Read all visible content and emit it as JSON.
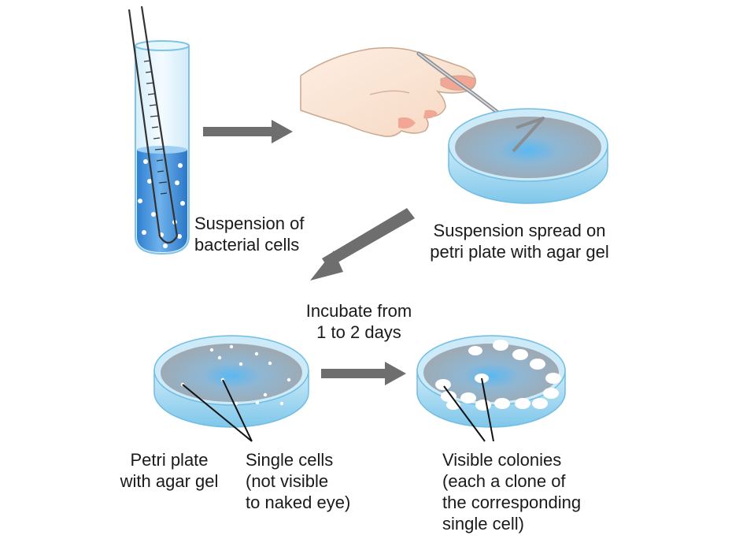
{
  "labels": {
    "suspension_cells": [
      "Suspension of",
      "bacterial cells"
    ],
    "suspension_spread": [
      "Suspension spread on",
      "petri plate with agar gel"
    ],
    "incubate": [
      "Incubate from",
      "1 to 2 days"
    ],
    "petri_plate": [
      "Petri plate",
      "with agar gel"
    ],
    "single_cells": [
      "Single cells",
      "(not visible",
      "to naked eye)"
    ],
    "visible_colonies": [
      "Visible colonies",
      "(each a clone of",
      "the corresponding",
      "single cell)"
    ]
  },
  "colors": {
    "arrow": "#6e6e6e",
    "dish_rim": "#8fd0ee",
    "agar": "#9ea3aa",
    "liquid": "#3f8fd9",
    "skin": "#fbe6d5",
    "text": "#1a1a1a"
  },
  "dish1_cell_count": 13,
  "dish2_colony_count": 15
}
